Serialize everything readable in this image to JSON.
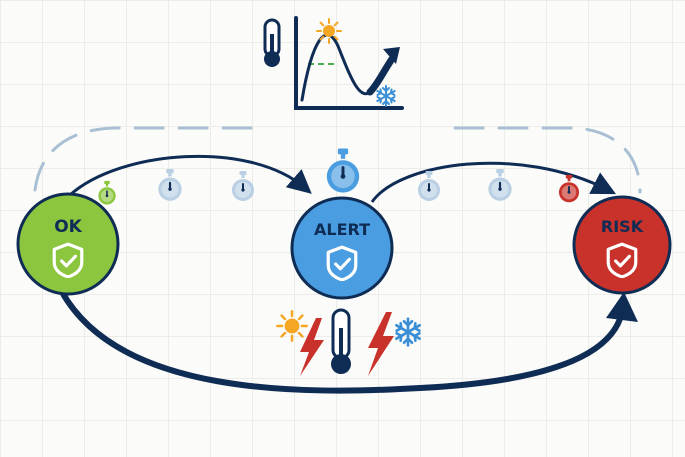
{
  "states": {
    "ok": {
      "label": "OK",
      "color": "#8cc63f"
    },
    "alert": {
      "label": "ALERT",
      "color": "#4a9de0"
    },
    "risk": {
      "label": "RISK",
      "color": "#c8322b"
    }
  },
  "colors": {
    "navy": "#0f2c55",
    "dashed_line": "#a9bfd3",
    "timer_muted": "#b9cfe3",
    "timer_green": "#8cc63f",
    "timer_red": "#c8322b",
    "lightning": "#c8322b",
    "sun": "#f5a623",
    "snowflake": "#3b8fd6"
  },
  "icons": [
    "thermometer-icon",
    "temperature-curve-chart-icon",
    "sun-icon",
    "snowflake-icon",
    "stopwatch-icon",
    "shield-check-icon",
    "lightning-bolt-icon"
  ]
}
